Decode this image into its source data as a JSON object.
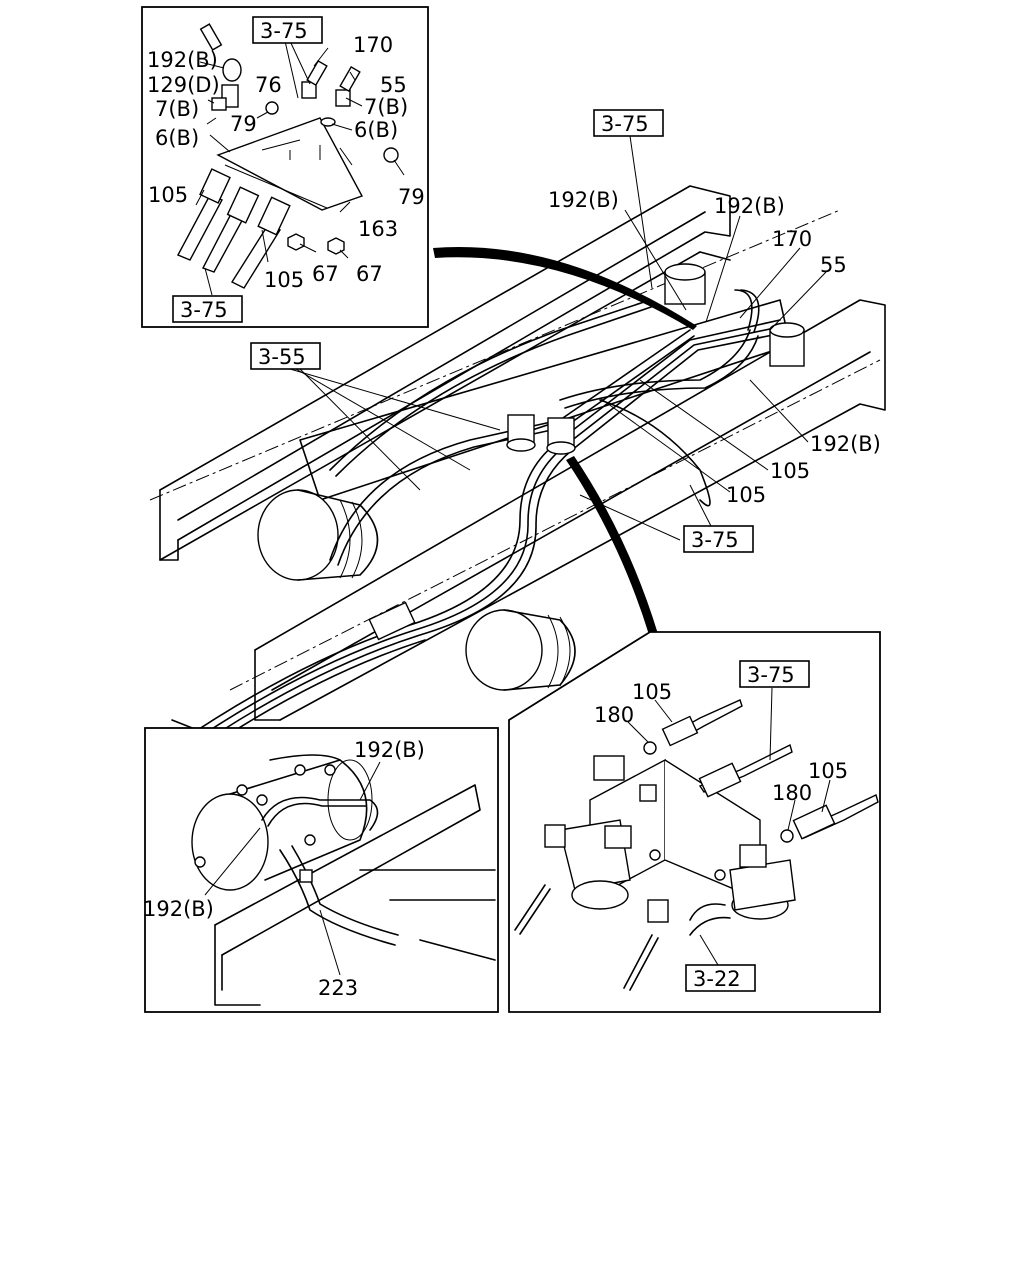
{
  "labels": {
    "inset_top_left": {
      "ref_top": "3-75",
      "ref_bottom": "3-75",
      "p192b": "192(B)",
      "p129d": "129(D)",
      "p76": "76",
      "p7b_left": "7(B)",
      "p6b_left": "6(B)",
      "p79_mid": "79",
      "p170": "170",
      "p55": "55",
      "p7b_right": "7(B)",
      "p6b_right": "6(B)",
      "p79_right": "79",
      "p105_left": "105",
      "p105_bottom": "105",
      "p163": "163",
      "p67_left": "67",
      "p67_right": "67"
    },
    "main": {
      "ref_top": "3-75",
      "ref_355": "3-55",
      "ref_375_mid": "3-75",
      "p192b_a": "192(B)",
      "p192b_b": "192(B)",
      "p170": "170",
      "p55": "55",
      "p192b_c": "192(B)",
      "p105_a": "105",
      "p105_b": "105"
    },
    "inset_bottom_left": {
      "p192b_top": "192(B)",
      "p192b_left": "192(B)",
      "p223": "223"
    },
    "inset_bottom_right": {
      "ref_375": "3-75",
      "ref_322": "3-22",
      "p105_left": "105",
      "p180_left": "180",
      "p105_right": "105",
      "p180_right": "180"
    }
  }
}
